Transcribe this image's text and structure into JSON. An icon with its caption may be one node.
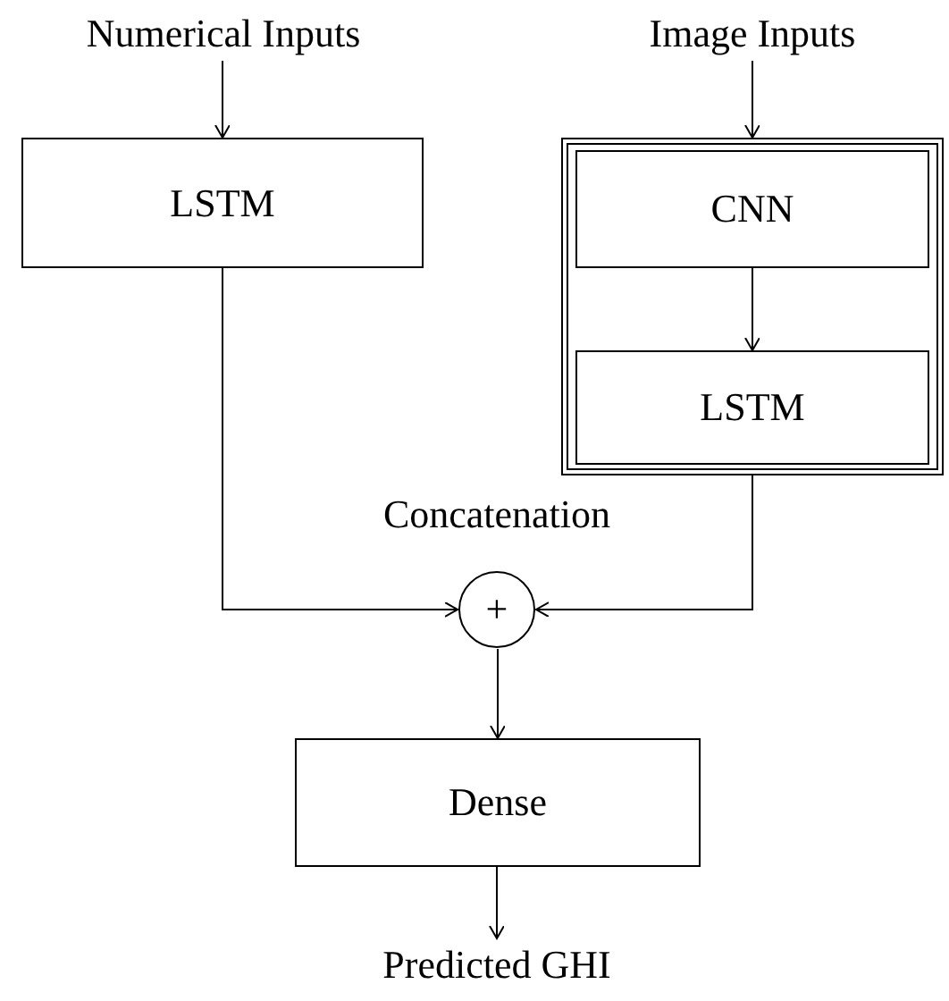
{
  "diagram": {
    "nodes": [
      {
        "text": [
          "Numerical Inputs"
        ]
      },
      {
        "text": [
          "LSTM"
        ]
      },
      {
        "text": [
          "Image Inputs"
        ]
      },
      {
        "text": [],
        "shape": "box"
      },
      {
        "text": [
          "CNN"
        ],
        "in": 3
      },
      {
        "text": [
          "LSTM"
        ],
        "in": 3
      },
      {
        "text": [
          "+"
        ],
        "beside": [
          "Concatenation"
        ]
      },
      {
        "text": [
          "Dense"
        ]
      },
      {
        "text": [
          "Predicted GHI"
        ]
      }
    ],
    "edges": [
      {
        "from": 0,
        "to": 1,
        "arrow": "to"
      },
      {
        "from": 2,
        "to": 3,
        "arrow": "to"
      },
      {
        "from": 4,
        "to": 5,
        "arrow": "to"
      },
      {
        "from": 1,
        "to": 6,
        "arrow": "to"
      },
      {
        "from": 3,
        "to": 6,
        "arrow": "to"
      },
      {
        "from": 6,
        "to": 7,
        "arrow": "to"
      },
      {
        "from": 7,
        "to": 8,
        "arrow": "to"
      }
    ]
  }
}
